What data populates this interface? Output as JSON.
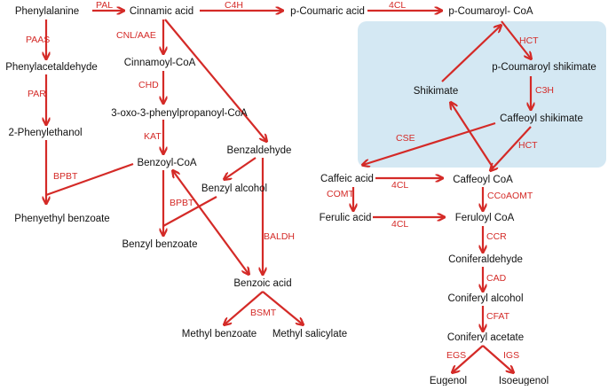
{
  "colors": {
    "arrow": "#d42a27",
    "enzyme_text": "#d42a27",
    "compound_text": "#111111",
    "highlight_box": "#d4e8f3"
  },
  "compounds": {
    "phenylalanine": "Phenylalanine",
    "cinnamic_acid": "Cinnamic acid",
    "p_coumaric_acid": "p-Coumaric acid",
    "p_coumaroyl_coa": "p-Coumaroyl- CoA",
    "phenylacetaldehyde": "Phenylacetaldehyde",
    "cinnamoyl_coa": "Cinnamoyl-CoA",
    "p_coumaroyl_shikimate": "p-Coumaroyl shikimate",
    "shikimate": "Shikimate",
    "two_phenylethanol": "2-Phenylethanol",
    "oxo_phenylpropanoyl_coa": "3-oxo-3-phenylpropanoyl-CoA",
    "caffeoyl_shikimate": "Caffeoyl shikimate",
    "benzaldehyde": "Benzaldehyde",
    "benzoyl_coa": "Benzoyl-CoA",
    "caffeic_acid": "Caffeic acid",
    "caffeoyl_coa": "Caffeoyl CoA",
    "benzyl_alcohol": "Benzyl alcohol",
    "phenylethyl_benzoate": "Phenyethyl benzoate",
    "ferulic_acid": "Ferulic acid",
    "feruloyl_coa": "Feruloyl CoA",
    "benzyl_benzoate": "Benzyl benzoate",
    "coniferaldehyde": "Coniferaldehyde",
    "benzoic_acid": "Benzoic acid",
    "coniferyl_alcohol": "Coniferyl alcohol",
    "methyl_benzoate": "Methyl benzoate",
    "methyl_salicylate": "Methyl salicylate",
    "coniferyl_acetate": "Coniferyl acetate",
    "eugenol": "Eugenol",
    "isoeugenol": "Isoeugenol"
  },
  "enzymes": {
    "pal": "PAL",
    "c4h": "C4H",
    "fourcl_top": "4CL",
    "paas": "PAAS",
    "cnl_aae": "CNL/AAE",
    "hct_top": "HCT",
    "par": "PAR",
    "chd": "CHD",
    "c3h": "C3H",
    "kat": "KAT",
    "cse": "CSE",
    "hct_bottom": "HCT",
    "bpbt_left": "BPBT",
    "bpbt_mid": "BPBT",
    "fourcl_caffeic": "4CL",
    "comt": "COMT",
    "ccoaomt": "CCoAOMT",
    "fourcl_ferulic": "4CL",
    "baldh": "BALDH",
    "ccr": "CCR",
    "cad": "CAD",
    "bsmt": "BSMT",
    "cfat": "CFAT",
    "egs": "EGS",
    "igs": "IGS"
  }
}
